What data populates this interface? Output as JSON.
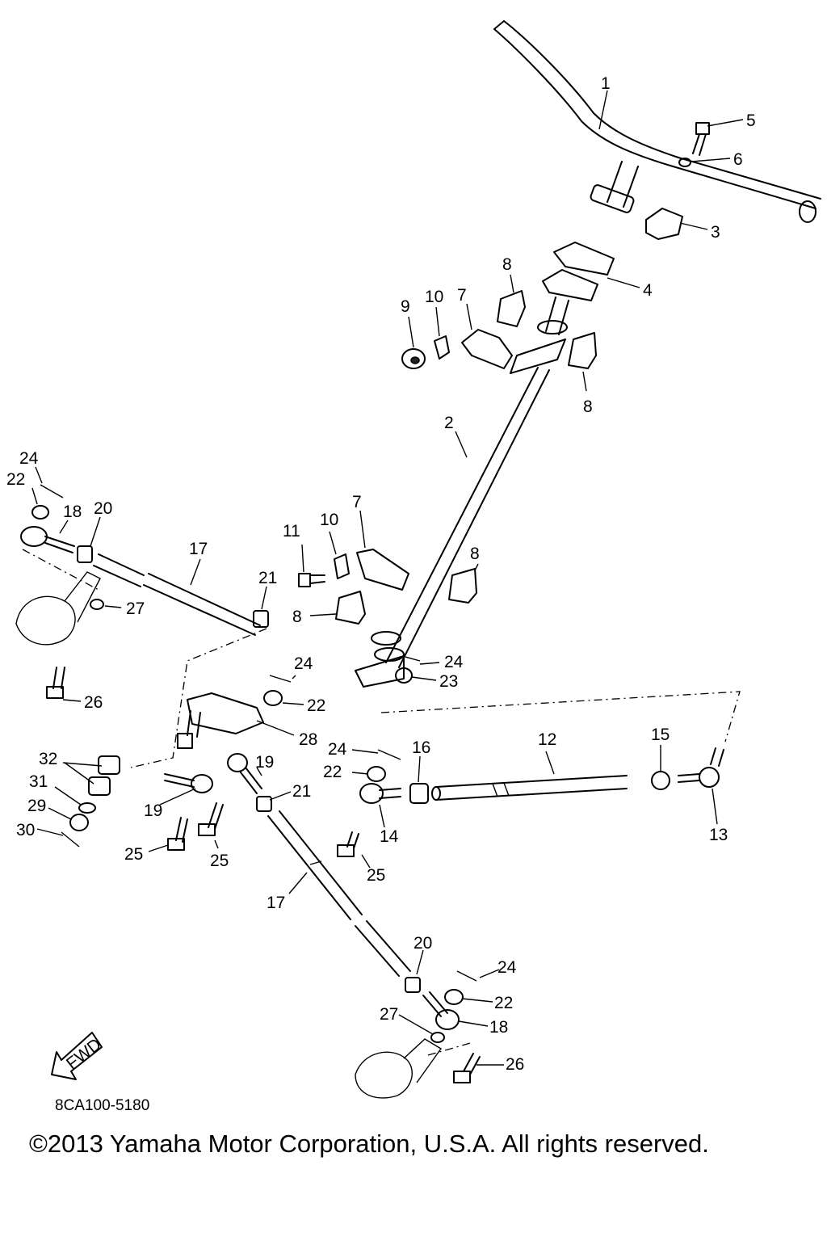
{
  "figure_code": "8CA100-5180",
  "copyright": "©2013 Yamaha Motor Corporation, U.S.A. All rights reserved.",
  "fwd_label": "FWD",
  "labels": {
    "l1": "1",
    "l2": "2",
    "l3": "3",
    "l4": "4",
    "l5": "5",
    "l6": "6",
    "l7a": "7",
    "l7b": "7",
    "l8a": "8",
    "l8b": "8",
    "l8c": "8",
    "l8d": "8",
    "l9": "9",
    "l10a": "10",
    "l10b": "10",
    "l11": "11",
    "l12": "12",
    "l13": "13",
    "l14": "14",
    "l15": "15",
    "l16": "16",
    "l17a": "17",
    "l17b": "17",
    "l18a": "18",
    "l18b": "18",
    "l19a": "19",
    "l19b": "19",
    "l20a": "20",
    "l20b": "20",
    "l21a": "21",
    "l21b": "21",
    "l22a": "22",
    "l22b": "22",
    "l22c": "22",
    "l22d": "22",
    "l23": "23",
    "l24a": "24",
    "l24b": "24",
    "l24c": "24",
    "l24d": "24",
    "l25a": "25",
    "l25b": "25",
    "l25c": "25",
    "l26a": "26",
    "l26b": "26",
    "l27a": "27",
    "l27b": "27",
    "l28": "28",
    "l29": "29",
    "l30": "30",
    "l31": "31",
    "l32": "32"
  }
}
